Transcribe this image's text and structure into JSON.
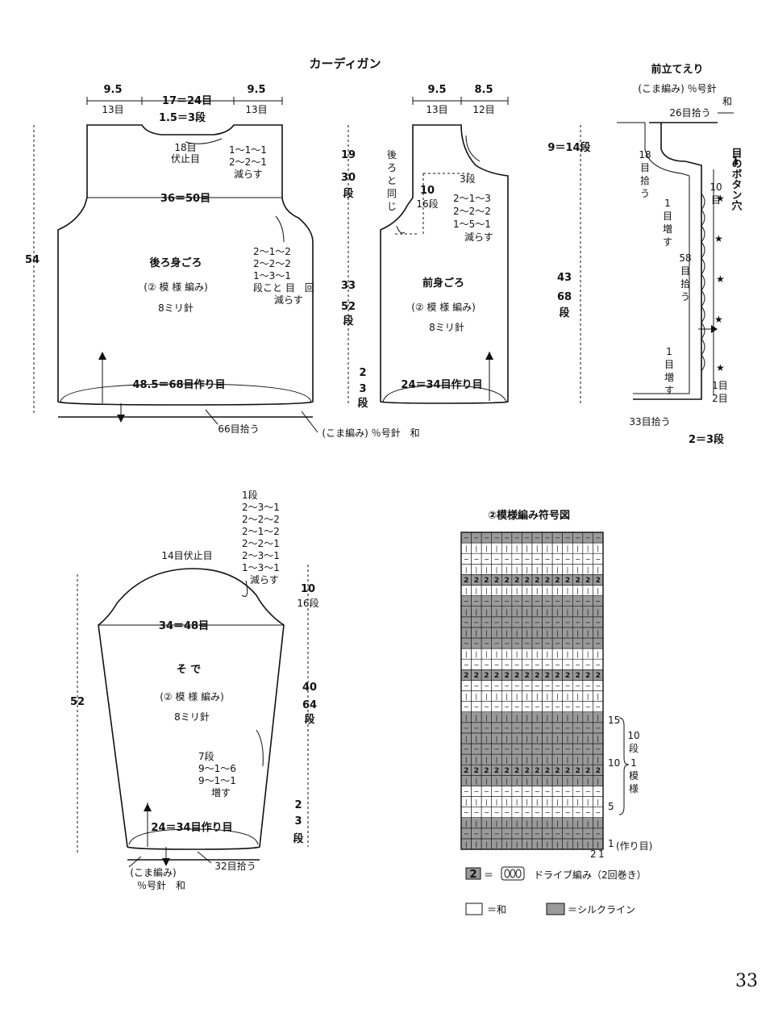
{
  "title": "カーディガン",
  "page_number": "33",
  "back": {
    "name": "後ろ身ごろ",
    "pattern": "(② 模 様 編み)",
    "needle": "8ミリ針",
    "top_left": [
      "9.5",
      "13目"
    ],
    "top_center": "17＝24目",
    "top_right": [
      "9.5",
      "13目"
    ],
    "neck_depth": "1.5＝3段",
    "bind_off": [
      "18目",
      "伏止目"
    ],
    "neck_dec": [
      "1〜1〜1",
      "2〜2〜1",
      "減らす"
    ],
    "shoulder_width": "36＝50目",
    "armhole_dec": [
      "2〜1〜2",
      "2〜2〜2",
      "1〜3〜1",
      "段こと 目　回",
      "減らす"
    ],
    "cast_on": "48.5＝68目作り目",
    "height": "54",
    "armhole_height": [
      "19",
      "30",
      "段"
    ],
    "body_height": [
      "33",
      "52",
      "段"
    ],
    "rib_height": [
      "2",
      "3",
      "段"
    ],
    "pickup": "66目拾う",
    "edge_note": "(こま編み) ％号針　和"
  },
  "front": {
    "name": "前身ごろ",
    "pattern": "(② 模 様 編み)",
    "needle": "8ミリ針",
    "top_left": [
      "9.5",
      "13目"
    ],
    "top_right": [
      "8.5",
      "12目"
    ],
    "same_as_back": [
      "後",
      "ろ",
      "と",
      "同",
      "じ"
    ],
    "neck_depth": [
      "10",
      "16段"
    ],
    "neck_dec": [
      "3段",
      "2〜1〜3",
      "2〜2〜2",
      "1〜5〜1",
      "減らす"
    ],
    "cast_on": "24＝34目作り目"
  },
  "band": {
    "title": "前立てえり",
    "note": "(こま編み) ％号針",
    "wa": "和",
    "top_pickup": "26目拾う",
    "side_pickup": [
      "18",
      "目",
      "拾",
      "う"
    ],
    "buttonhole": [
      "1",
      "目のボタン穴"
    ],
    "ten_rows": [
      "10",
      "目"
    ],
    "inc1": [
      "1",
      "目",
      "増",
      "す"
    ],
    "main_pickup": [
      "58",
      "目",
      "拾",
      "う"
    ],
    "inc2": [
      "1",
      "目",
      "増",
      "す"
    ],
    "bottom_1": "1目",
    "bottom_2": "2目",
    "bottom_pickup": "33目拾う",
    "rows": "2＝3段",
    "neck_height": "9＝14段",
    "body_height": [
      "43",
      "68",
      "段"
    ]
  },
  "sleeve": {
    "name": "そ で",
    "pattern": "(② 模 様 編み)",
    "needle": "8ミリ針",
    "bind_off": "14目伏止目",
    "cap_dec": [
      "1段",
      "2〜3〜1",
      "2〜2〜2",
      "2〜1〜2",
      "2〜2〜1",
      "2〜3〜1",
      "1〜3〜1",
      "減らす"
    ],
    "width": "34＝48目",
    "height": "52",
    "cap_height": [
      "10",
      "16段"
    ],
    "body_height": [
      "40",
      "64",
      "段"
    ],
    "rib_height": [
      "2",
      "3",
      "段"
    ],
    "inc": [
      "7段",
      "9〜1〜6",
      "9〜1〜1",
      "増す"
    ],
    "cast_on": "24＝34目作り目",
    "pickup": "32目拾う",
    "edge_note": [
      "(こま編み)",
      "％号針　和"
    ]
  },
  "chart": {
    "title": "②模様編み符号図",
    "row_labels": [
      "15",
      "10",
      "5",
      "1"
    ],
    "col_labels": [
      "2",
      "1"
    ],
    "cast_on": "(作り目)",
    "repeat": [
      "10",
      "段",
      "1",
      "模",
      "様"
    ],
    "cols": 14,
    "rows": 30,
    "gray_rows": [
      1,
      30,
      23,
      24,
      11,
      12,
      13,
      22,
      21,
      20,
      2,
      3,
      7,
      8,
      9,
      10
    ],
    "drive_rows": [
      8,
      17,
      26
    ],
    "colors": {
      "gray": "#9a9a9a",
      "light": "#ffffff",
      "line": "#111111"
    }
  },
  "legend": {
    "drive_symbol": "2",
    "drive_eq": "＝",
    "drive_icon": "loop-icon",
    "drive_text": "ドライブ編み（2回巻き）",
    "white_text": "＝和",
    "gray_text": "＝シルクライン"
  }
}
